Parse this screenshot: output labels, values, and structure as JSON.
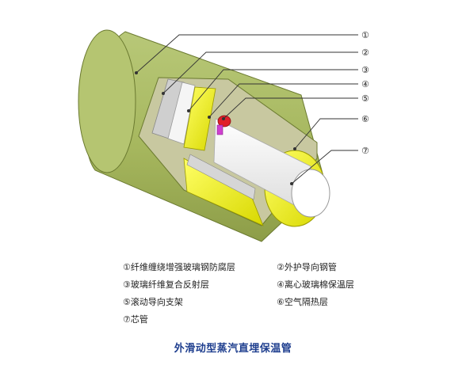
{
  "callouts": [
    "①",
    "②",
    "③",
    "④",
    "⑤",
    "⑥",
    "⑦"
  ],
  "legend": [
    [
      "①纤维缠绕增强玻璃钢防腐层",
      "②外护导向钢管"
    ],
    [
      "③玻璃纤维复合反射层",
      "④离心玻璃棉保温层"
    ],
    [
      "⑤滚动导向支架",
      "⑥空气隔热层"
    ],
    [
      "⑦芯管",
      ""
    ]
  ],
  "caption": "外滑动型蒸汽直埋保温管",
  "colors": {
    "frp_outer": "#a9ba63",
    "steel_casing": "#d9d9d9",
    "reflective_layer": "#f3f3f3",
    "glass_wool": "#ecec1a",
    "support": "#d9d9d9",
    "core_pipe": "#ffffff",
    "caption": "#1f3f8f"
  }
}
